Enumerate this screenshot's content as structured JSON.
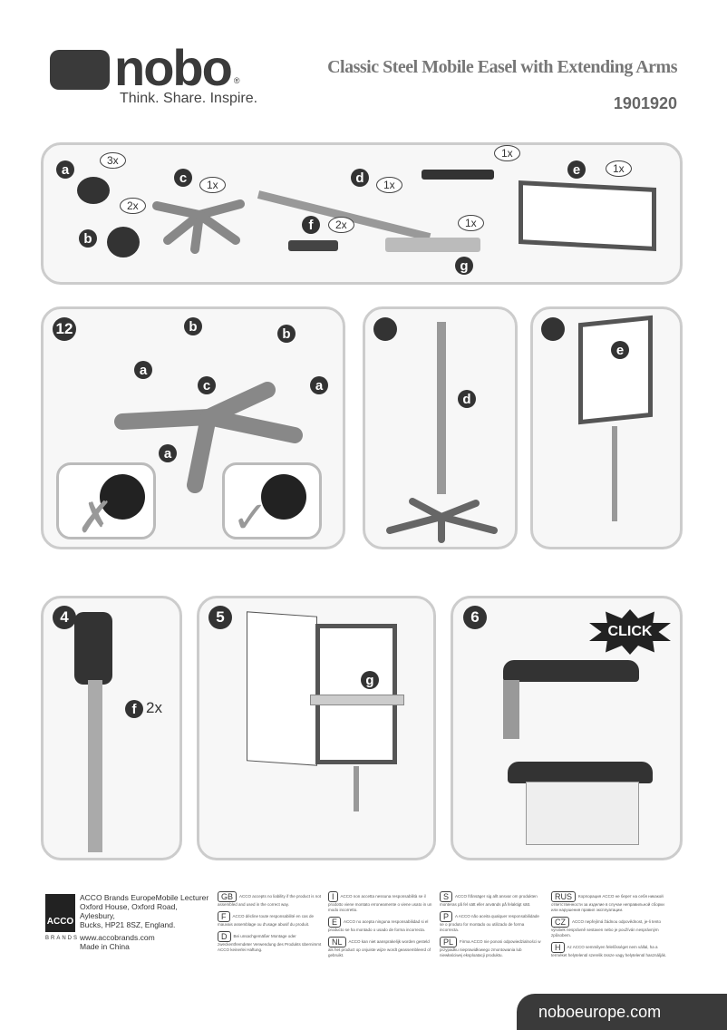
{
  "header": {
    "brand": "nobo",
    "trademark": "®",
    "tagline": "Think. Share. Inspire.",
    "title": "Classic Steel Mobile Easel with Extending Arms",
    "product_code": "1901920"
  },
  "parts": [
    {
      "label": "a",
      "qty": "3x"
    },
    {
      "label": "b",
      "qty": "2x"
    },
    {
      "label": "c",
      "qty": "1x"
    },
    {
      "label": "d",
      "qty": "1x"
    },
    {
      "label": "f",
      "qty": "2x"
    },
    {
      "label": "g",
      "qty": "1x"
    },
    {
      "label": "e",
      "qty": "1x"
    },
    {
      "label": "",
      "qty": "1x"
    }
  ],
  "steps": {
    "s12": "12",
    "s4": "4",
    "s5": "5",
    "s6": "6",
    "click": "CLICK",
    "f_qty": "2x",
    "labels": {
      "a": "a",
      "b": "b",
      "c": "c",
      "d": "d",
      "e": "e",
      "f": "f",
      "g": "g"
    }
  },
  "footer": {
    "address": [
      "ACCO Brands EuropeMobile Lecturer",
      "Oxford House, Oxford Road, Aylesbury,",
      "Bucks, HP21 8SZ, England."
    ],
    "website": "www.accobrands.com",
    "origin": "Made in China",
    "acco_logo": "ACCO",
    "acco_sub": "BRANDS",
    "languages": [
      {
        "code": "GB",
        "text": "ACCO accepts no liability if the product is not assembled and used in the correct way."
      },
      {
        "code": "F",
        "text": "ACCO décline toute responsabilité en cas de mauvais assemblage ou d'usage abusif du produit."
      },
      {
        "code": "D",
        "text": "Bei unsachgemäßer Montage oder zweckentfremdeter Verwendung des Produkts übernimmt ACCO keinerlei Haftung."
      },
      {
        "code": "I",
        "text": "ACCO non accetta nessuna responsabilità se il prodotto viene montato erroneamente o viene usato in un modo incorretto."
      },
      {
        "code": "E",
        "text": "ACCO no acepta ninguna responsabilidad si el producto se ha montado o usado de forma incorrecta."
      },
      {
        "code": "NL",
        "text": "ACCO kan niet aansprakelijk worden gesteld als het product op onjuiste wijze wordt geassembleerd of gebruikt."
      },
      {
        "code": "S",
        "text": "ACCO frånsäger sig allt ansvar om produkten monteras på fel sätt eller används på felaktigt sätt."
      },
      {
        "code": "P",
        "text": "A ACCO não aceita qualquer responsabilidade se o produto for montado ou utilizado de forma incorrecta."
      },
      {
        "code": "PL",
        "text": "Firma ACCO nie ponosi odpowiedzialności w przypadku nieprawidłowego zmontowania lub niewłaściwej eksploatacji produktu."
      },
      {
        "code": "RUS",
        "text": "Корпорация ACCO не берет на себя никакой ответственности за изделие в случае неправильной сборки или нарушения правил эксплуатации."
      },
      {
        "code": "CZ",
        "text": "ACCO nepřejímá žádnou odpovědnost, je-li tento výrobek nesprávně sestaven nebo je používán nesprávným způsobem."
      },
      {
        "code": "H",
        "text": "Az ACCO semmilyen felelősséget nem vállal, ha a terméket helytelenül szerelik össze vagy helytelenül használják."
      }
    ],
    "url": "noboeurope.com"
  }
}
